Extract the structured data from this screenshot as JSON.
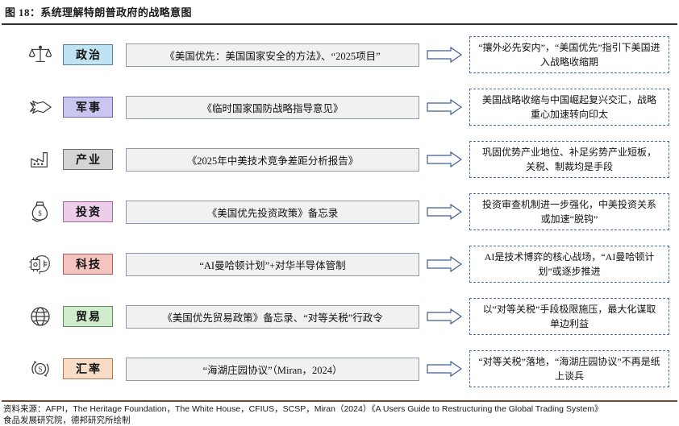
{
  "figure": {
    "title": "图 18：系统理解特朗普政府的战略意图"
  },
  "rows": [
    {
      "icon": "scales-icon",
      "category": "政治",
      "category_color": "#bfe3f0",
      "border_color": "#4f7f9b",
      "document": "《美国优先：美国国家安全的方法》、“2025项目”",
      "conclusion": "“攘外必先安内”，“美国优先”指引下美国进入战略收缩期"
    },
    {
      "icon": "fighter-jet-icon",
      "category": "军事",
      "category_color": "#c9c6f0",
      "border_color": "#6a64a8",
      "document": "《临时国家国防战略指导意见》",
      "conclusion": "美国战略收缩与中国崛起复兴交汇，战略重心加速转向印太"
    },
    {
      "icon": "factory-icon",
      "category": "产业",
      "category_color": "#d4d4d4",
      "border_color": "#6f6f6f",
      "document": "《2025年中美技术竞争差距分析报告》",
      "conclusion": "巩固优势产业地位、补足劣势产业短板，关税、制裁均是手段"
    },
    {
      "icon": "money-bag-icon",
      "category": "投资",
      "category_color": "#eccdea",
      "border_color": "#9b6a9b",
      "document": "《美国优先投资政策》备忘录",
      "conclusion": "投资审查机制进一步强化，中美投资关系或加速“脱钩”"
    },
    {
      "icon": "ai-brain-icon",
      "category": "科技",
      "category_color": "#f4c4c0",
      "border_color": "#b05a52",
      "document": "“AI曼哈顿计划”+对华半导体管制",
      "conclusion": "AI是技术博弈的核心战场，“AI曼哈顿计划”或逐步推进"
    },
    {
      "icon": "globe-icon",
      "category": "贸易",
      "category_color": "#cfeccd",
      "border_color": "#5c8c58",
      "document": "《美国优先贸易政策》备忘录、“对等关税”行政令",
      "conclusion": "以“对等关税”手段极限施压，最大化谋取单边利益"
    },
    {
      "icon": "currency-exchange-icon",
      "category": "汇率",
      "category_color": "#f7dcc8",
      "border_color": "#b5764a",
      "document": "“海湖庄园协议”（Miran，2024）",
      "conclusion": "“对等关税”落地，“海湖庄园协议”不再是纸上谈兵"
    }
  ],
  "footer": {
    "line1": "资料来源：AFPI，The Heritage Foundation，The White House，CFIUS，SCSP，Miran（2024）《A Users Guide to Restructuring the Global Trading System》",
    "line2": "食品发展研究院，德邦研究所绘制"
  }
}
